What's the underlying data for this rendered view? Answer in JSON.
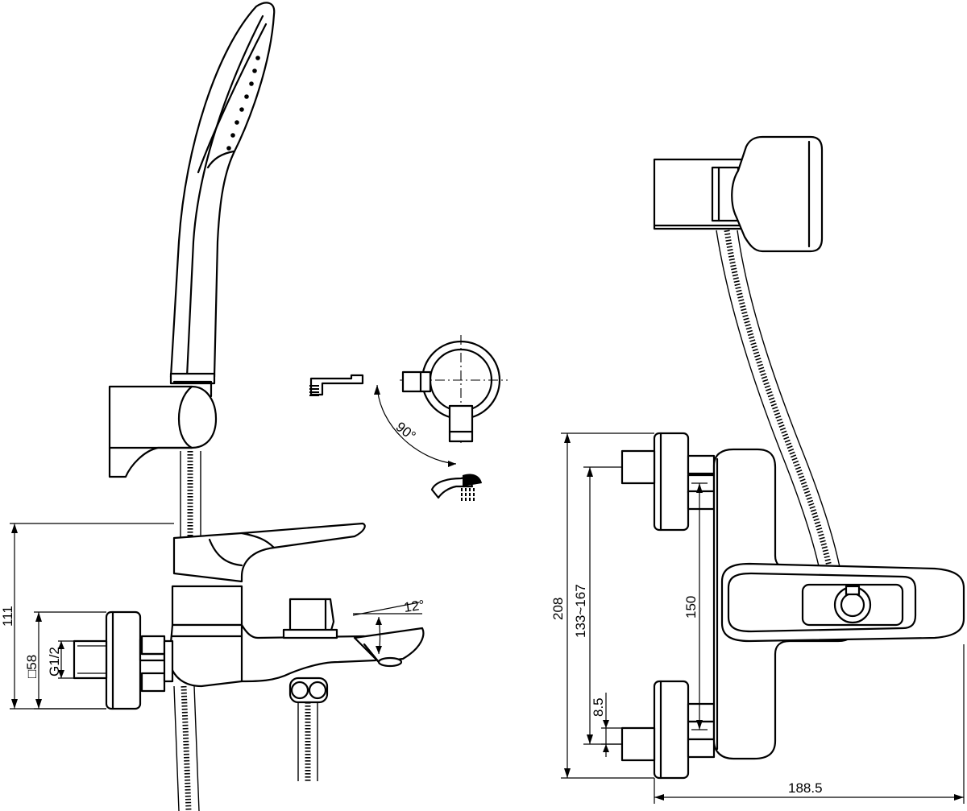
{
  "dimensions": {
    "left_height": "111",
    "flange_square": "□58",
    "thread": "G1/2",
    "spout_angle": "12°",
    "swivel_angle": "90°",
    "overall_height": "208",
    "centers_range": "133~167",
    "body_height": "150",
    "eccentric_offset": "8.5",
    "projection": "188.5"
  },
  "icons": {
    "shower": "handshower-icon",
    "spout": "spout-icon"
  }
}
